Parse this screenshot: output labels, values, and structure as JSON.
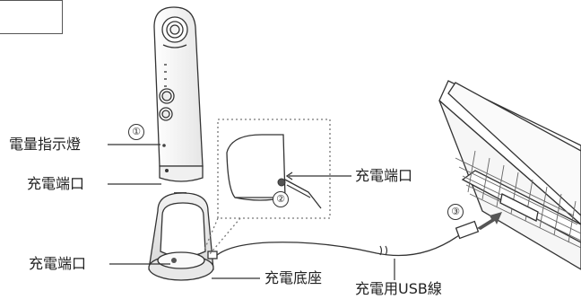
{
  "labels": {
    "indicator_light": "電量指示燈",
    "wand_charging_port": "充電端口",
    "base_charging_port": "充電端口",
    "detail_charging_port": "充電端口",
    "charging_base": "充電底座",
    "usb_cable": "充電用USB線"
  },
  "steps": [
    "①",
    "②",
    "③"
  ],
  "colors": {
    "line": "#333333",
    "device_fill": "#ffffff",
    "shade": "#d9d9d9",
    "arrow": "#555555"
  }
}
